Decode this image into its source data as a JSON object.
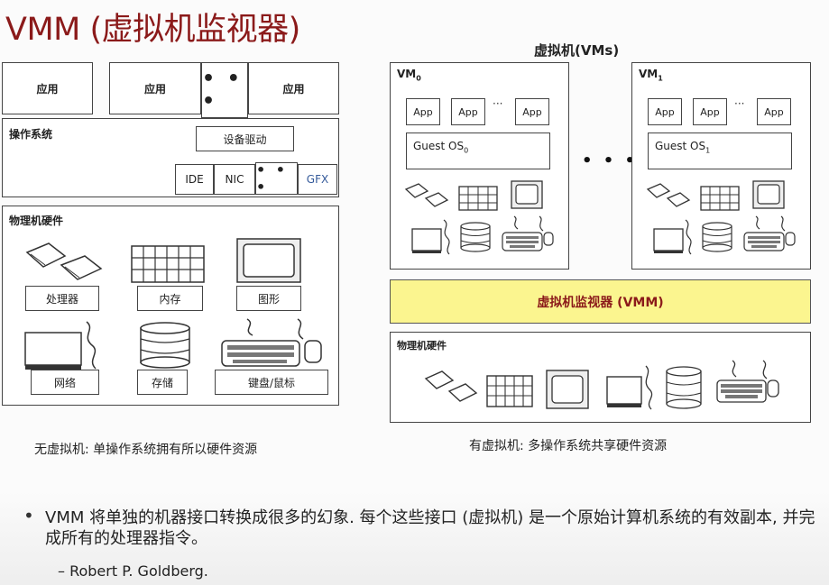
{
  "title": "VMM (虚拟机监视器)",
  "left": {
    "apps": [
      "应用",
      "应用",
      "应用"
    ],
    "ellipsis": "• • •",
    "os_label": "操作系统",
    "driver_label": "设备驱动",
    "drivers": [
      "IDE",
      "NIC",
      "• • •",
      "GFX"
    ],
    "hw_label": "物理机硬件",
    "hw_items": [
      "处理器",
      "内存",
      "图形",
      "网络",
      "存储",
      "键盘/鼠标"
    ],
    "caption": "无虚拟机: 单操作系统拥有所以硬件资源"
  },
  "right": {
    "vms_label": "虚拟机(VMs)",
    "vms": [
      {
        "name": "VM",
        "sub": "0",
        "apps": [
          "App",
          "App",
          "App"
        ],
        "app_ellipsis": "···",
        "guest": "Guest OS",
        "guest_sub": "0"
      },
      {
        "name": "VM",
        "sub": "1",
        "apps": [
          "App",
          "App",
          "App"
        ],
        "app_ellipsis": "···",
        "guest": "Guest OS",
        "guest_sub": "1"
      }
    ],
    "between_ellipsis": "• • •",
    "vmm_label": "虚拟机监视器 (VMM)",
    "hw_label": "物理机硬件",
    "caption": "有虚拟机: 多操作系统共享硬件资源"
  },
  "quote": {
    "bullet": "•",
    "text": "VMM 将单独的机器接口转换成很多的幻象. 每个这些接口 (虚拟机) 是一个原始计算机系统的有效副本, 并完成所有的处理器指令。",
    "author": "– Robert P. Goldberg."
  },
  "colors": {
    "title": "#8b1a1a",
    "vmm_fill": "#fbf58f"
  }
}
